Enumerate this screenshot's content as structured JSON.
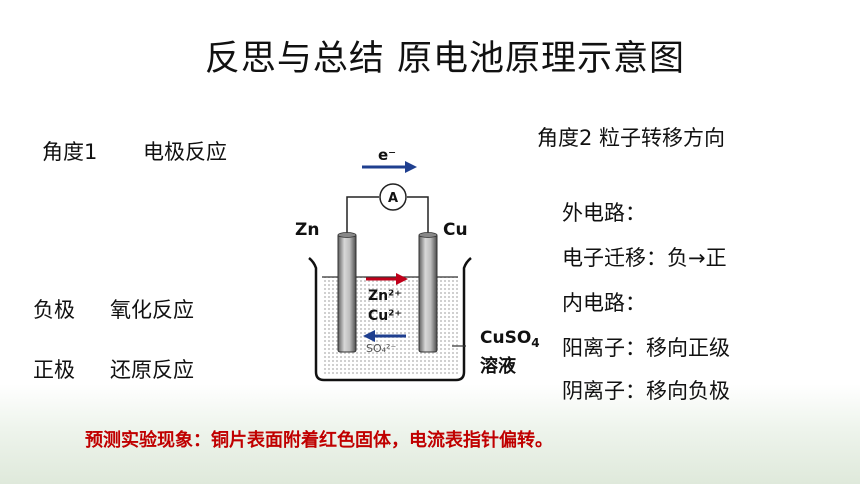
{
  "title": "反思与总结  原电池原理示意图",
  "left": {
    "angle1": "角度1",
    "angle1_label": "电极反应",
    "negative": "负极",
    "negative_reaction": "氧化反应",
    "positive": "正极",
    "positive_reaction": "还原反应"
  },
  "right": {
    "heading": "角度2   粒子转移方向",
    "lines": [
      "外电路：",
      "电子迁移：负→正",
      "内电路：",
      "阳离子：移向正级",
      "阴离子：移向负极"
    ]
  },
  "diagram": {
    "electron": "e⁻",
    "meter": "A",
    "zn_label": "Zn",
    "cu_label": "Cu",
    "ion_zn": "Zn²⁺",
    "ion_cu": "Cu²⁺",
    "ion_so4": "SO₄²⁻",
    "solution_formula": "CuSO",
    "solution_sub": "4",
    "solution_name": "溶液",
    "colors": {
      "arrow_red": "#c0001a",
      "arrow_blue": "#1f3f8f"
    }
  },
  "conclusion": "预测实验现象：铜片表面附着红色固体，电流表指针偏转。"
}
